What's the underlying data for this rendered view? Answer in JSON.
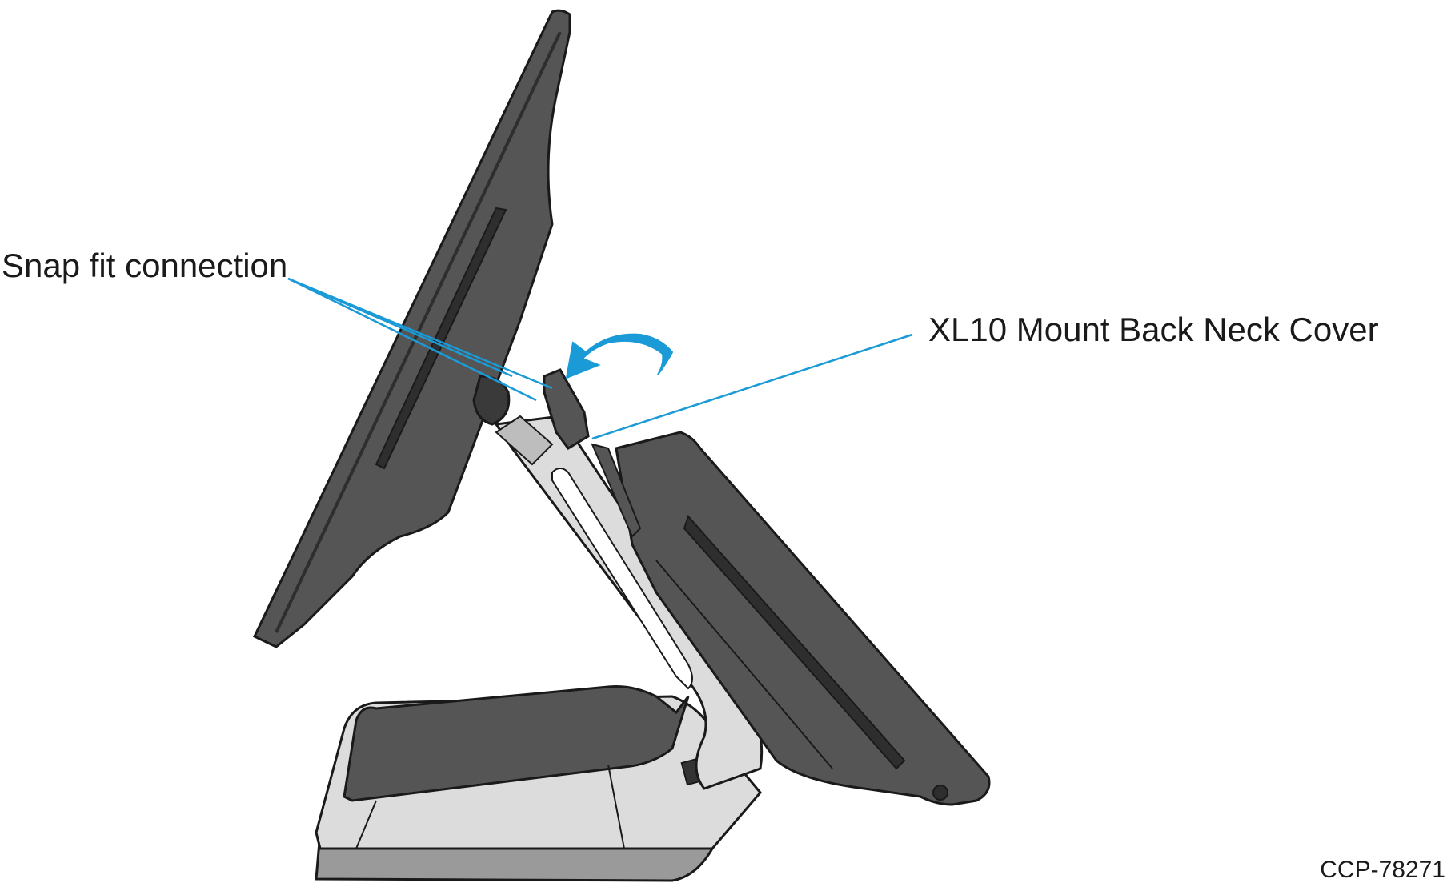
{
  "labels": {
    "snap_fit": "Snap fit connection",
    "neck_cover": "XL10 Mount Back Neck Cover",
    "figure_id": "CCP-78271"
  },
  "colors": {
    "display_dark": "#555555",
    "outline": "#1a1a1a",
    "stand_light": "#dcdcdc",
    "base_mid": "#9a9a9a",
    "leader": "#1a9ad6",
    "arrow": "#1a9ad6"
  },
  "icons": {
    "rotation_arrow": "curved-arrow-icon"
  }
}
